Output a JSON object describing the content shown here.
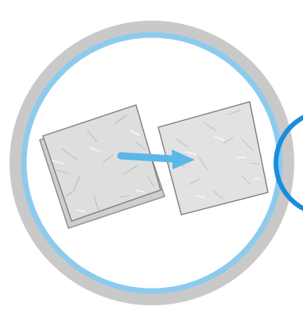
{
  "diagram": {
    "elements": [
      {
        "id": "outer-ring",
        "kind": "ring",
        "color": "#c9c9c9"
      },
      {
        "id": "inner-ring",
        "kind": "ring",
        "color": "#8ccbee"
      },
      {
        "id": "clipped-ring",
        "kind": "ring",
        "color": "#1a8ddb"
      },
      {
        "id": "left-pad",
        "kind": "square-sheet",
        "style": "thick-layered",
        "color": "#dcdcdc"
      },
      {
        "id": "right-pad",
        "kind": "square-sheet",
        "style": "thin-crumpled",
        "color": "#e2e2e2"
      },
      {
        "id": "transfer-arrow",
        "kind": "arrow",
        "direction": "right",
        "color": "#59b8e8"
      }
    ]
  }
}
